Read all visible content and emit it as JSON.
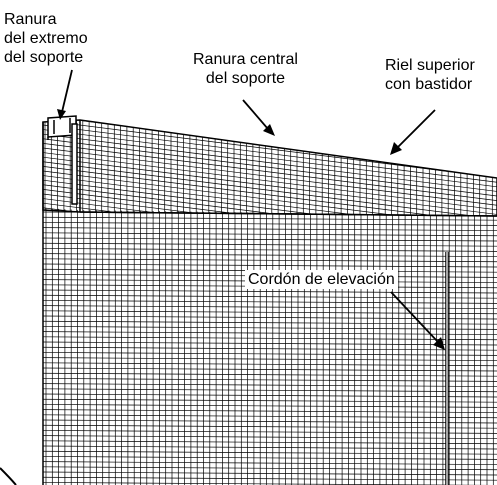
{
  "labels": {
    "end_slot": {
      "line1": "Ranura",
      "line2": "del extremo",
      "line3": "del soporte"
    },
    "center_slot": {
      "line1": "Ranura central",
      "line2": "del soporte"
    },
    "top_rail": {
      "line1": "Riel superior",
      "line2": "con bastidor"
    },
    "lift_cord": {
      "text": "Cordón de elevación"
    }
  },
  "colors": {
    "line": "#000000",
    "background": "#ffffff"
  }
}
